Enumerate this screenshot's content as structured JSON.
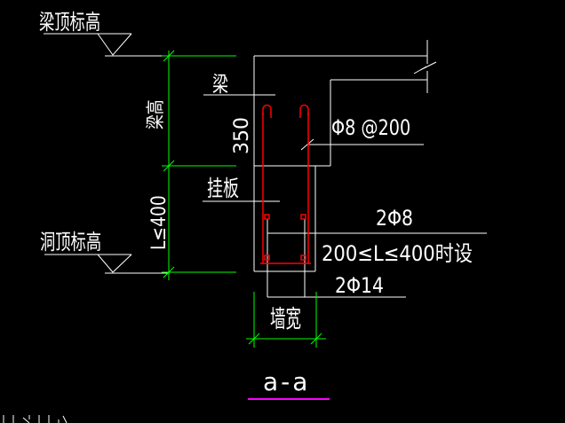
{
  "drawing": {
    "section_title": "a-a",
    "elevation_markers": {
      "top": "梁顶标高",
      "bottom": "洞顶标高"
    },
    "component_labels": {
      "beam": "梁",
      "hanging_panel": "挂板",
      "wall_width": "墙宽"
    },
    "dimensions": {
      "beam_height_label": "梁高",
      "beam_height_value": "350",
      "panel_length_limit": "L≤400"
    },
    "rebar_annotations": {
      "stirrup": "Φ8 @200",
      "top_bars": "2Φ8",
      "condition_note": "200≤L≤400时设",
      "bottom_bars": "2Φ14"
    },
    "colors": {
      "background": "#000000",
      "outline": "#ffffff",
      "dimension": "#00ff00",
      "rebar": "#ff0000",
      "section_underline": "#ff00ff"
    }
  }
}
